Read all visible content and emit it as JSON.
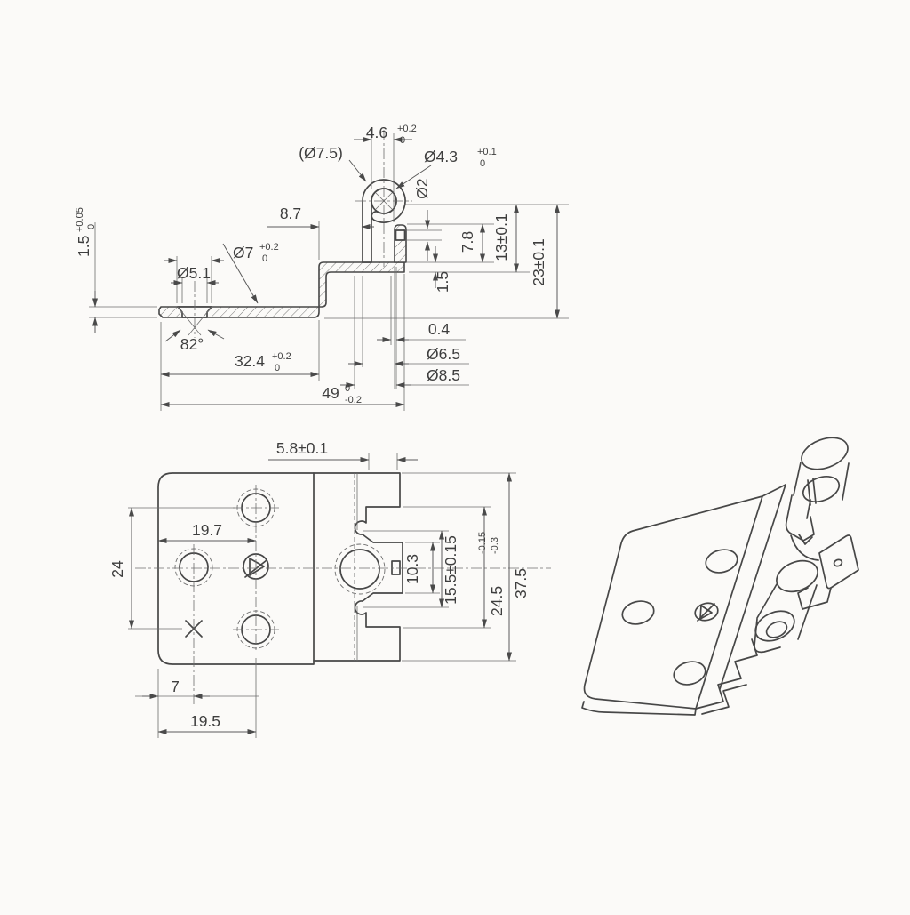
{
  "drawing": {
    "colors": {
      "paper": "#fbfaf8",
      "ink": "#474747",
      "dim_line": "#5b5b5b"
    },
    "section_view": {
      "dim_46": {
        "value": "4.6",
        "tol_up": "+0.2",
        "tol_dn": "0"
      },
      "dim_d75": {
        "value": "(Ø7.5)"
      },
      "dim_d43": {
        "value": "Ø4.3",
        "tol_up": "+0.1",
        "tol_dn": "0"
      },
      "dim_d2": {
        "value": "Ø2"
      },
      "dim_87": {
        "value": "8.7"
      },
      "dim_d7": {
        "value": "Ø7",
        "tol_up": "+0.2",
        "tol_dn": "0"
      },
      "dim_d51": {
        "value": "Ø5.1"
      },
      "dim_15l": {
        "value": "1.5",
        "tol_up": "+0.05",
        "tol_dn": "0"
      },
      "dim_78": {
        "value": "7.8"
      },
      "dim_13": {
        "value": "13±0.1"
      },
      "dim_23": {
        "value": "23±0.1"
      },
      "dim_15r": {
        "value": "1.5"
      },
      "dim_04": {
        "value": "0.4"
      },
      "dim_d65": {
        "value": "Ø6.5"
      },
      "dim_d85": {
        "value": "Ø8.5"
      },
      "dim_82": {
        "value": "82°"
      },
      "dim_324": {
        "value": "32.4",
        "tol_up": "+0.2",
        "tol_dn": "0"
      },
      "dim_49": {
        "value": "49",
        "tol_up": "0",
        "tol_dn": "-0.2"
      }
    },
    "plan_view": {
      "dim_58": {
        "value": "5.8±0.1"
      },
      "dim_197": {
        "value": "19.7"
      },
      "dim_24": {
        "value": "24"
      },
      "dim_103": {
        "value": "10.3"
      },
      "dim_155": {
        "value": "15.5±0.15"
      },
      "dim_245": {
        "value": "24.5",
        "tol_up": "-0.15",
        "tol_dn": "-0.3"
      },
      "dim_375": {
        "value": "37.5"
      },
      "dim_7": {
        "value": "7"
      },
      "dim_195": {
        "value": "19.5"
      }
    }
  }
}
